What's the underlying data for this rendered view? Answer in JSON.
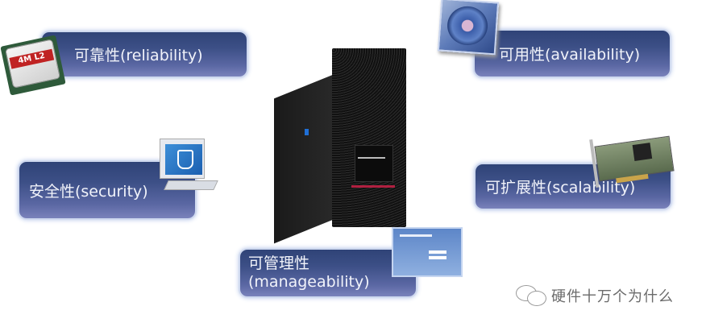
{
  "features": [
    {
      "id": "reliability",
      "label": "可靠性(reliability)",
      "icon": "cpu-chip-icon",
      "icon_text": "4M L2"
    },
    {
      "id": "availability",
      "label": "可用性(availability)",
      "icon": "cooling-fan-icon"
    },
    {
      "id": "security",
      "label": "安全性(security)",
      "icon": "shield-monitor-icon"
    },
    {
      "id": "scalability",
      "label": "可扩展性(scalability)",
      "icon": "expansion-card-icon"
    },
    {
      "id": "manageability",
      "label_line1": "可管理性",
      "label_line2": "(manageability)",
      "icon": "management-console-icon"
    }
  ],
  "center_image": "tower-server",
  "watermark": {
    "icon": "wechat-icon",
    "text": "硬件十万个为什么"
  },
  "colors": {
    "box_top": "#2f4377",
    "box_bottom": "#7a82bb",
    "box_border": "#cfd9ef",
    "text": "#f1f3fa",
    "background": "#ffffff"
  }
}
